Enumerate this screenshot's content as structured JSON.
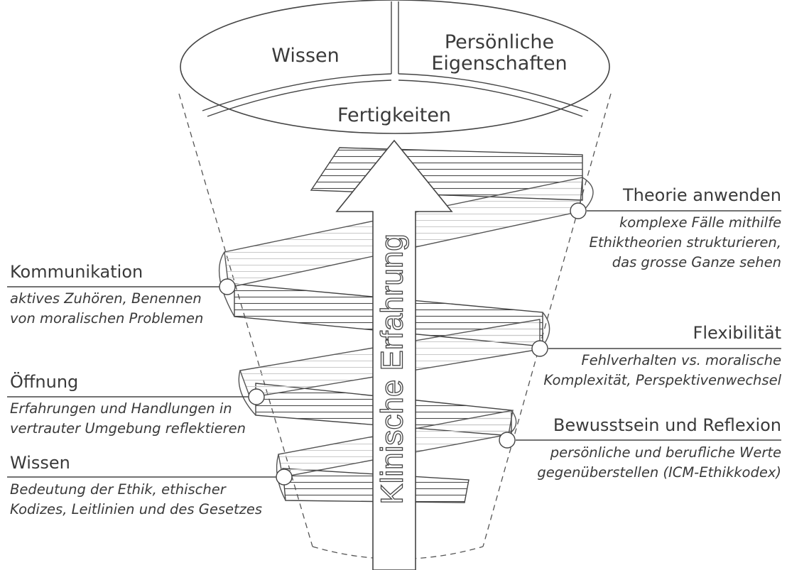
{
  "top": {
    "left": "Wissen",
    "right": [
      "Persönliche",
      "Eigenschaften"
    ],
    "bottom": "Fertigkeiten"
  },
  "arrow_label": "Klinische Erfahrung",
  "levels": {
    "left": [
      {
        "title": "Kommunikation",
        "lines": [
          "aktives Zuhören, Benennen",
          "von moralischen Problemen"
        ]
      },
      {
        "title": "Öffnung",
        "lines": [
          "Erfahrungen und Handlungen in",
          "vertrauter Umgebung reflektieren"
        ]
      },
      {
        "title": "Wissen",
        "lines": [
          "Bedeutung der Ethik, ethischer",
          "Kodizes, Leitlinien und des Gesetzes"
        ]
      }
    ],
    "right": [
      {
        "title": "Theorie anwenden",
        "lines": [
          "komplexe Fälle mithilfe",
          "Ethiktheorien strukturieren,",
          "das grosse Ganze sehen"
        ]
      },
      {
        "title": "Flexibilität",
        "lines": [
          "Fehlverhalten vs. moralische",
          "Komplexität, Perspektivenwechsel"
        ]
      },
      {
        "title": "Bewusstsein und Reflexion",
        "lines": [
          "persönliche und berufliche Werte",
          "gegenüberstellen (ICM-Ethikkodex)"
        ]
      }
    ]
  }
}
